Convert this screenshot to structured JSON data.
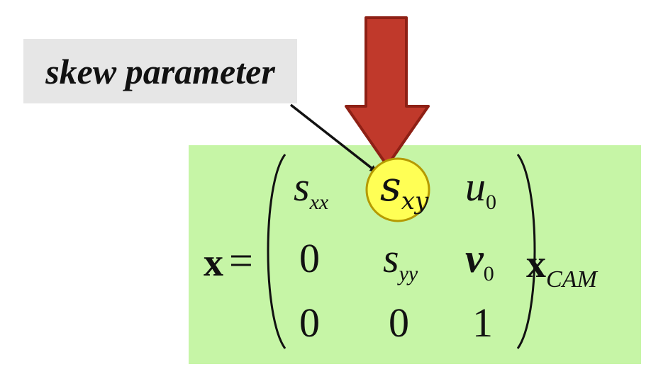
{
  "label": {
    "text": "skew parameter"
  },
  "equation": {
    "lhs": "x",
    "equals": "=",
    "rhs_vector": "x",
    "rhs_subscript": "CAM",
    "matrix": {
      "row1": {
        "c1": "s",
        "c1_sub": "xx",
        "c2": "s",
        "c2_sub": "xy",
        "c3": "u",
        "c3_sub": "0"
      },
      "row2": {
        "c1": "0",
        "c2": "s",
        "c2_sub": "yy",
        "c3": "v",
        "c3_sub": "0"
      },
      "row3": {
        "c1": "0",
        "c2": "0",
        "c3": "1"
      }
    }
  },
  "colors": {
    "panel": "#c6f5a6",
    "label_bg": "#e6e6e6",
    "highlight": "#ffff55",
    "arrow": "#c0392b"
  }
}
